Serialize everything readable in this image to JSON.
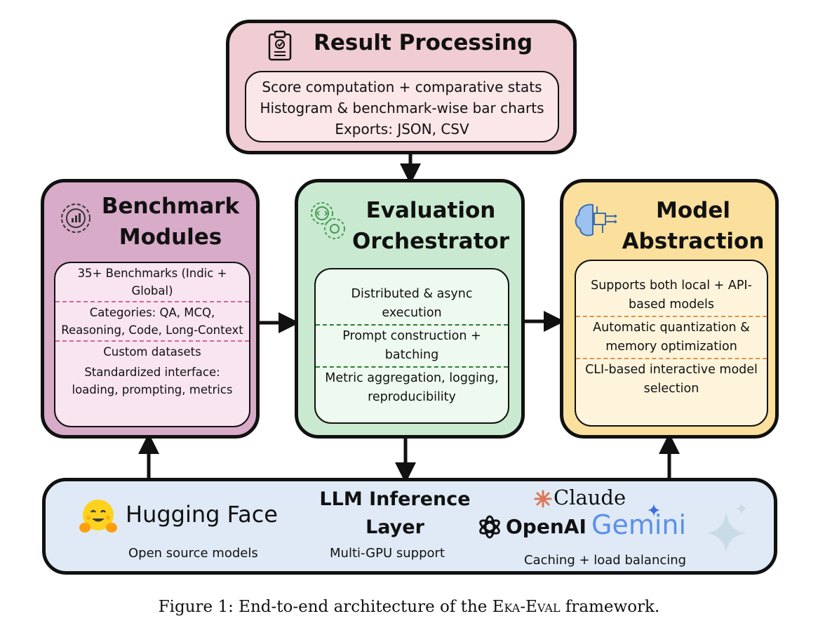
{
  "result_processing": {
    "title": "Result Processing",
    "lines": [
      "Score computation + comparative stats",
      "Histogram & benchmark-wise bar charts",
      "Exports: JSON, CSV"
    ]
  },
  "benchmark_modules": {
    "title_line1": "Benchmark",
    "title_line2": "Modules",
    "items": [
      "35+ Benchmarks (Indic + Global)",
      "Categories: QA, MCQ, Reasoning, Code, Long-Context",
      "Custom datasets",
      "Standardized interface: loading, prompting, metrics"
    ]
  },
  "evaluation_orchestrator": {
    "title_line1": "Evaluation",
    "title_line2": "Orchestrator",
    "items": [
      "Distributed & async execution",
      "Prompt construction + batching",
      "Metric aggregation, logging, reproducibility"
    ]
  },
  "model_abstraction": {
    "title_line1": "Model",
    "title_line2": "Abstraction",
    "items": [
      "Supports both local + API-based models",
      "Automatic quantization & memory optimization",
      "CLI-based interactive model selection"
    ]
  },
  "llm_layer": {
    "title_line1": "LLM Inference",
    "title_line2": "Layer",
    "huggingface_label": "Hugging Face",
    "huggingface_caption": "Open source models",
    "center_caption": "Multi-GPU support",
    "claude_label": "Claude",
    "openai_label": "OpenAI",
    "gemini_label": "Gemini",
    "right_caption": "Caching + load balancing"
  },
  "caption": {
    "prefix": "Figure 1: End-to-end architecture of the ",
    "name_part1": "Eka",
    "name_dash": "-",
    "name_part2": "Eval",
    "suffix": " framework."
  },
  "colors": {
    "result_bg": "#f0cdd3",
    "bench_bg": "#d8abc9",
    "orch_bg": "#c9ead0",
    "model_bg": "#fbdf9c",
    "llm_bg": "#dfeaf6",
    "gemini": "#5b8fe8",
    "claude_star": "#d97757"
  }
}
